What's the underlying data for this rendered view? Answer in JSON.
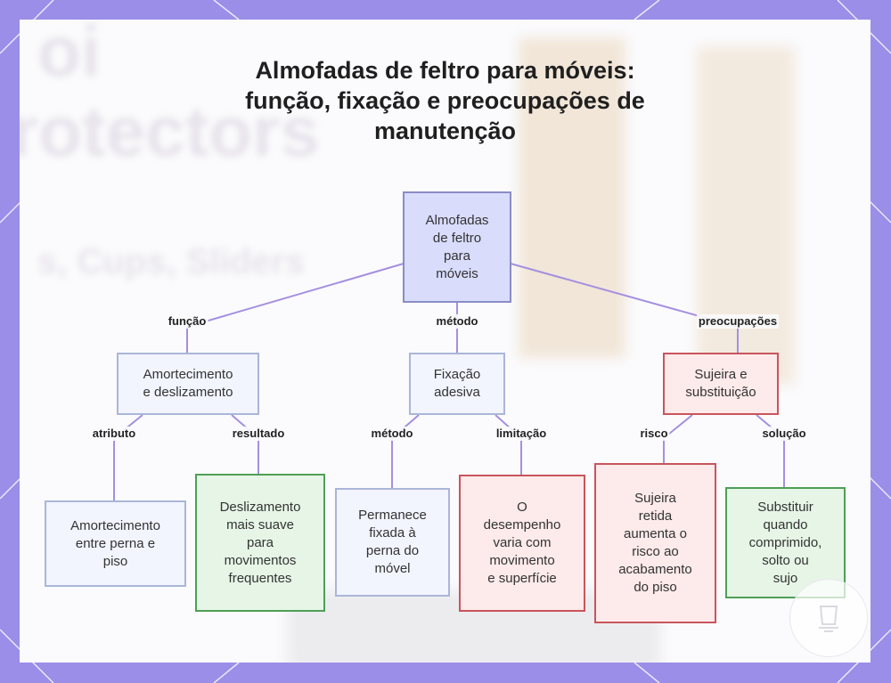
{
  "title_lines": [
    "Almofadas de feltro para móveis:",
    "função, fixação e preocupações de",
    "manutenção"
  ],
  "background_text": [
    "oi",
    "rotectors",
    "s, Cups, Sliders"
  ],
  "colors": {
    "frame": "#9a8ee8",
    "edge": "#a58fe0",
    "root_fill": "#d9dcfb",
    "green_border": "#4e9f57",
    "red_border": "#c9555c"
  },
  "nodes": {
    "root": [
      "Almofadas",
      "de feltro",
      "para",
      "móveis"
    ],
    "amortecimento": [
      "Amortecimento",
      "e deslizamento"
    ],
    "fixacao": [
      "Fixação",
      "adesiva"
    ],
    "sujeira": [
      "Sujeira e",
      "substituição"
    ],
    "amort_piso": [
      "Amortecimento",
      "entre perna e",
      "piso"
    ],
    "deslizamento": [
      "Deslizamento",
      "mais suave",
      "para",
      "movimentos",
      "frequentes"
    ],
    "permanece": [
      "Permanece",
      "fixada à",
      "perna do",
      "móvel"
    ],
    "desempenho": [
      "O",
      "desempenho",
      "varia com",
      "movimento",
      "e superfície"
    ],
    "sujeira_retida": [
      "Sujeira",
      "retida",
      "aumenta o",
      "risco ao",
      "acabamento",
      "do piso"
    ],
    "substituir": [
      "Substituir",
      "quando",
      "comprimido,",
      "solto ou",
      "sujo"
    ]
  },
  "edge_labels": {
    "funcao": "função",
    "metodo_top": "método",
    "preocupacoes": "preocupações",
    "atributo": "atributo",
    "resultado": "resultado",
    "metodo_mid": "método",
    "limitacao": "limitação",
    "risco": "risco",
    "solucao": "solução"
  }
}
